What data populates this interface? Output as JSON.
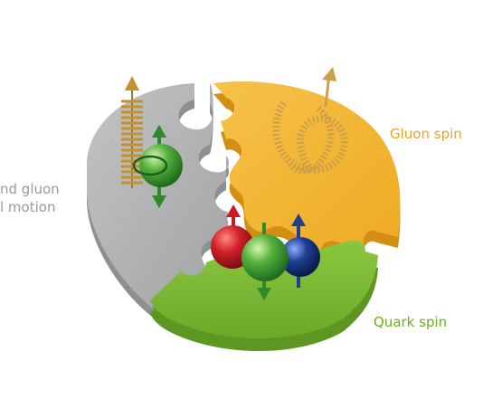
{
  "labels": {
    "gluon_spin": "Gluon spin",
    "quark_spin": "Quark spin",
    "orbital_line1": "nd gluon",
    "orbital_line2": "l motion"
  },
  "colors": {
    "gray_piece": "#a6a7a9",
    "gold_piece": "#f1b330",
    "green_piece": "#76b531",
    "gluon_text": "#e9a41c",
    "quark_text": "#6aae22",
    "orbital_text": "#9a9a9a",
    "red_quark": "#d3202a",
    "green_quark": "#4fa83a",
    "blue_quark": "#1f3f95",
    "spring_gold": "#d2a64a"
  }
}
